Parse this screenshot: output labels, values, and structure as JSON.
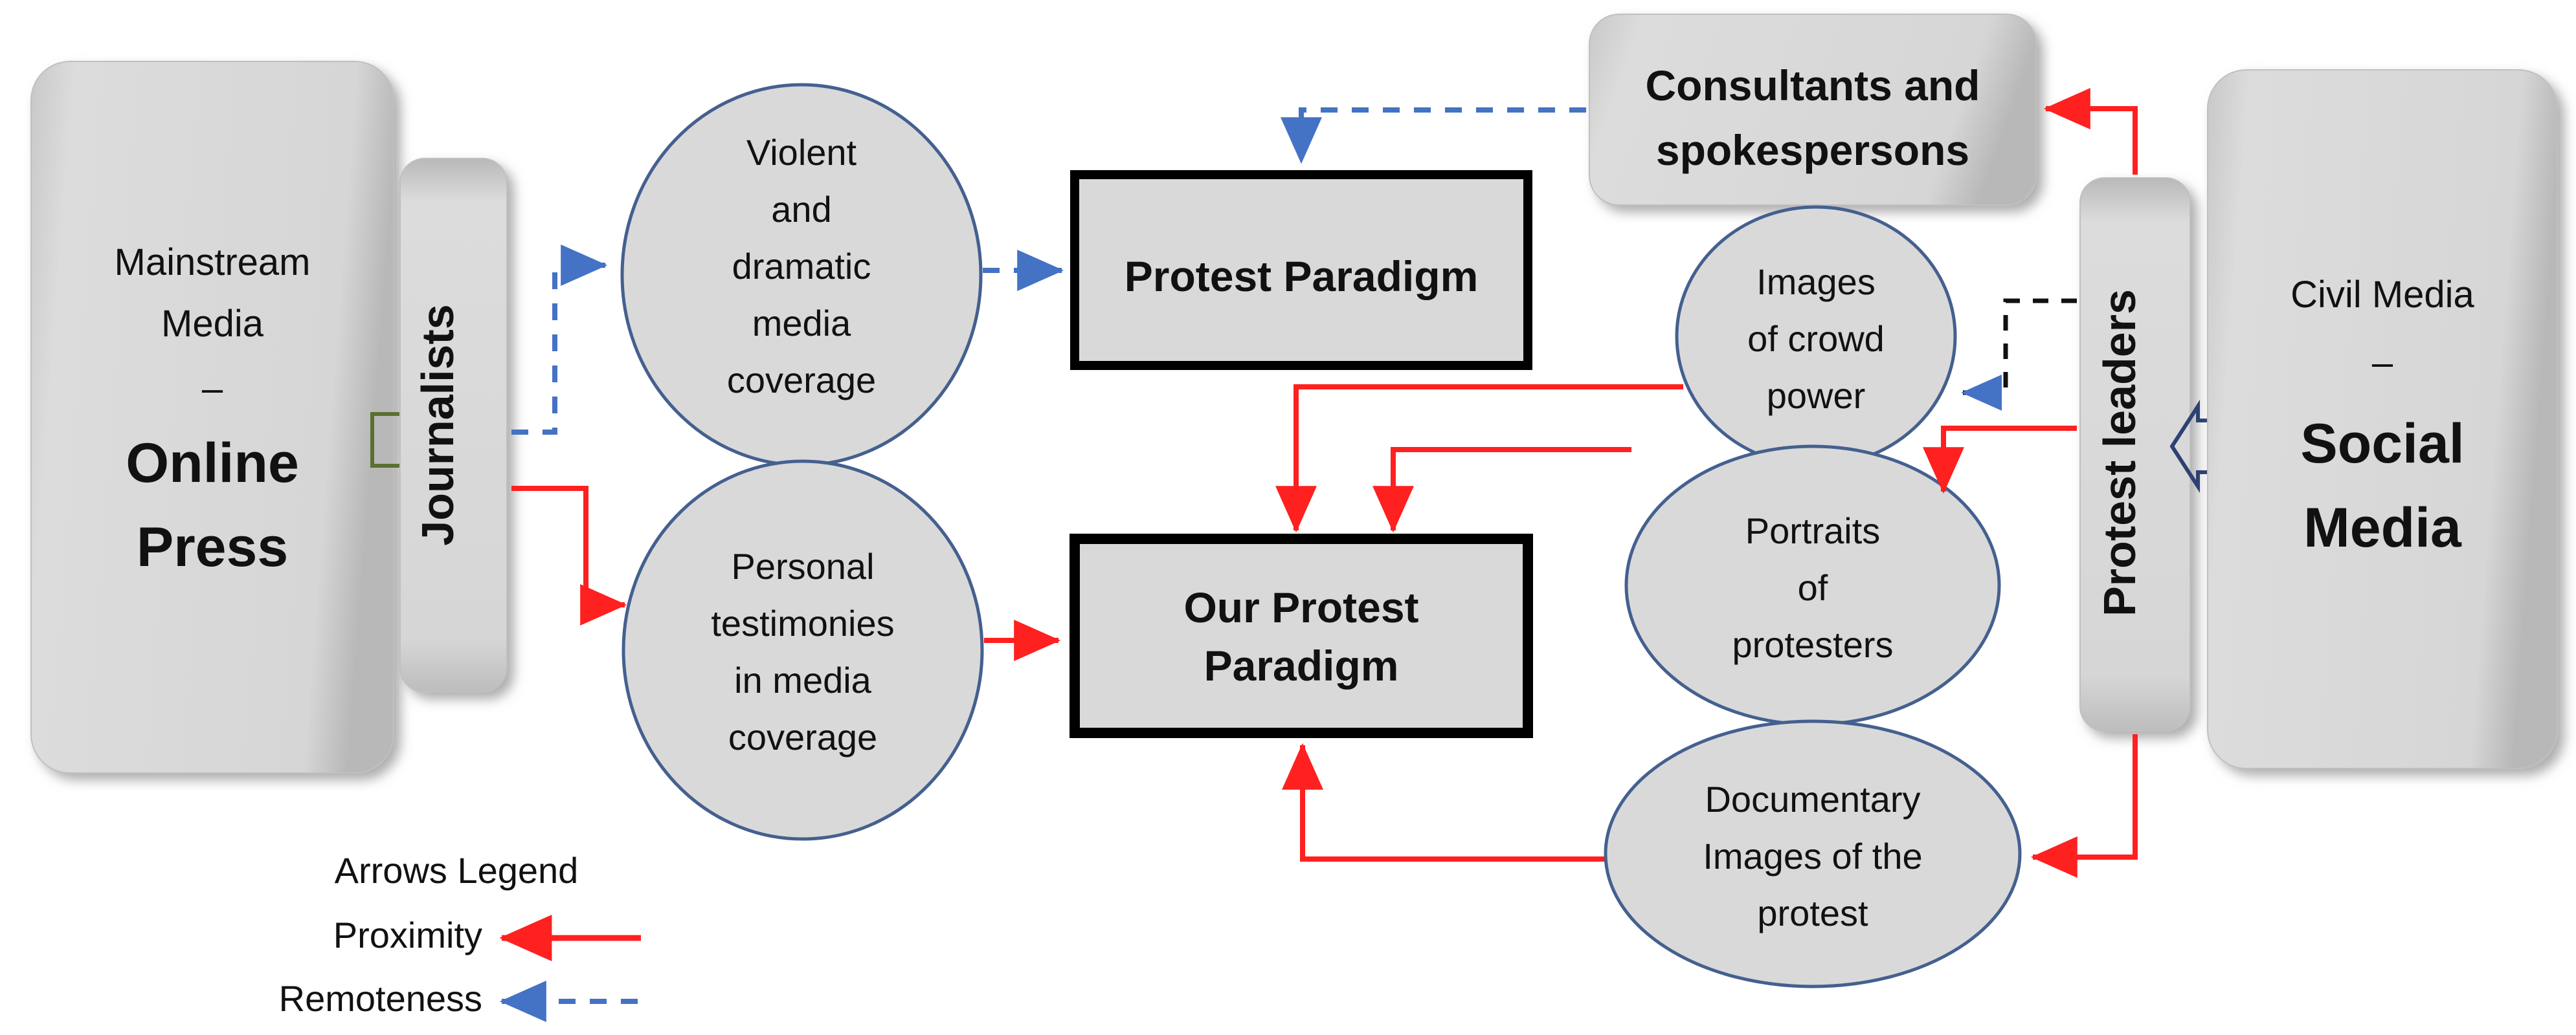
{
  "diagram": {
    "title": "Protest paradigm media flow diagram",
    "colors": {
      "proximity_arrow": "#FF2020",
      "remoteness_arrow": "#4472C4",
      "ellipse_stroke": "#44608F",
      "shape_fill": "#D9D9D9",
      "box_stroke": "#000000",
      "green_block_arrow": "#5B7030",
      "blue_block_arrow": "#2E4272",
      "black_dashed": "#111111",
      "text": "#111111"
    },
    "nodes": {
      "mainstream_media": {
        "line1": "Mainstream",
        "line2": "Media",
        "line3": "–",
        "line4": "Online",
        "line5": "Press"
      },
      "journalists": {
        "label": "Journalists"
      },
      "violent_coverage": {
        "line1": "Violent",
        "line2": "and",
        "line3": "dramatic",
        "line4": "media",
        "line5": "coverage"
      },
      "personal_testimonies": {
        "line1": "Personal",
        "line2": "testimonies",
        "line3": "in media",
        "line4": "coverage"
      },
      "protest_paradigm": {
        "label": "Protest Paradigm"
      },
      "our_protest_paradigm": {
        "line1": "Our Protest",
        "line2": "Paradigm"
      },
      "consultants": {
        "line1": "Consultants and",
        "line2": "spokespersons"
      },
      "images_crowd_power": {
        "line1": "Images",
        "line2": "of crowd",
        "line3": "power"
      },
      "portraits_protesters": {
        "line1": "Portraits",
        "line2": "of",
        "line3": "protesters"
      },
      "documentary_images": {
        "line1": "Documentary",
        "line2": "Images of the",
        "line3": "protest"
      },
      "protest_leaders": {
        "label": "Protest leaders"
      },
      "civil_media": {
        "line1": "Civil Media",
        "line2": "–",
        "line3": "Social",
        "line4": "Media"
      }
    },
    "legend": {
      "title": "Arrows Legend",
      "items": [
        {
          "label": "Proximity",
          "style": "solid",
          "color": "#FF2020"
        },
        {
          "label": "Remoteness",
          "style": "dashed",
          "color": "#4472C4"
        }
      ]
    }
  }
}
